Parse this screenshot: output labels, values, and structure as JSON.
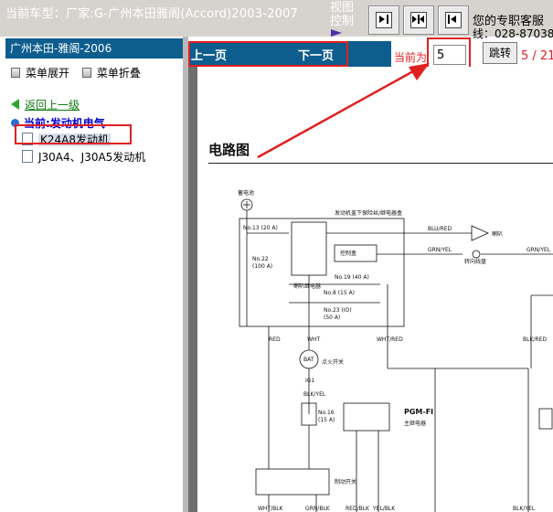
{
  "top_bar": {
    "car_model": "当前车型：厂家:G-广州本田雅阁(Accord)2003-2007",
    "view_control": "视图控制",
    "support_line1": "您的专职客服",
    "support_line2": "线：028-87038"
  },
  "sidebar": {
    "title": "广州本田-雅阁-2006",
    "expand_label": "菜单展开",
    "collapse_label": "菜单折叠",
    "back_label": "返回上一级",
    "current_label": "当前:发动机电气",
    "items": [
      {
        "label": "K24A8发动机",
        "selected": true
      },
      {
        "label": "J30A4、J30A5发动机",
        "selected": false
      }
    ]
  },
  "pager": {
    "prev_label": "上一页",
    "next_label": "下一页",
    "current_page_label": "当前为",
    "page_value": "5",
    "jump_label": "跳转",
    "page_count": "5 / 21"
  },
  "document": {
    "title": "电路图",
    "labels": {
      "battery": "蓄电池",
      "fusebox": "发动机盖下保险丝/继电器盒",
      "fuse13": "No.13 (20 A)",
      "fuse22": "No.22",
      "fuse22b": "(100 A)",
      "fuse19": "No.19 (40 A)",
      "fuse8": "No.8 (15 A)",
      "fuse23": "No.23 (IO)",
      "fuse23b": "(50 A)",
      "horn_relay": "喇叭继电器",
      "control_box": "控制盒",
      "blu_red": "BLU/RED",
      "horn": "喇叭",
      "grn_yel": "GRN/YEL",
      "grn_yel2": "GRN/YEL",
      "cable_reel": "转向线盘",
      "red": "RED",
      "wht": "WHT",
      "wht_red": "WHT/RED",
      "blk_red": "BLK/RED",
      "ignition": "点火开关",
      "bat": "BAT",
      "ig1": "IG1",
      "pgm_fi": "PGM-FI",
      "main_relay": "主继电器",
      "blk_yel": "BLK/YEL",
      "fuse16": "No.16",
      "fuse16b": "(15 A)",
      "brake_switch": "制动开关",
      "wht_blk": "WHT/BLK",
      "grn_blk": "GRN/BLK",
      "red_blk": "RED/BLK",
      "yel_blk": "YEL/BLK",
      "blk_yel2": "BLK/YEL"
    }
  },
  "colors": {
    "header_blue": "#0e5d8f",
    "alert_red": "#e02020",
    "toolbar_gray": "#d6d3ce",
    "link_green": "#0b7a0b",
    "current_blue": "#0000cc"
  },
  "icons": {
    "view_buttons": [
      "panel-right-icon",
      "panel-split-icon",
      "panel-left-icon"
    ],
    "sidebar_actions": [
      "expand-menu-icon",
      "collapse-menu-icon"
    ],
    "back": "back-arrow-icon",
    "current": "user-icon",
    "item": "document-icon"
  }
}
